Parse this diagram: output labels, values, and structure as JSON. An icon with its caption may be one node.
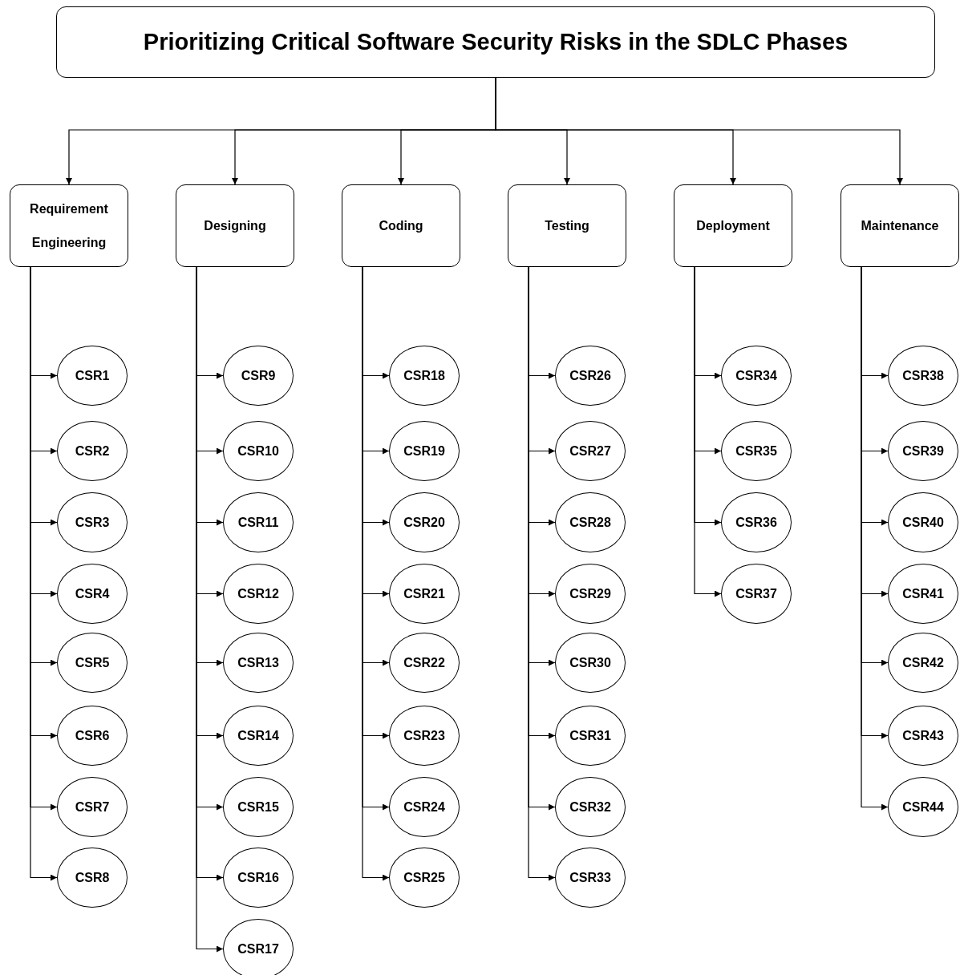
{
  "diagram": {
    "nodes": [
      {
        "text": [
          "Prioritizing Critical Software Security Risks in the SDLC Phases"
        ]
      },
      {
        "text": [
          "Requirement Engineering"
        ]
      },
      {
        "text": [
          "Designing"
        ]
      },
      {
        "text": [
          "Coding"
        ]
      },
      {
        "text": [
          "Testing"
        ]
      },
      {
        "text": [
          "Deployment"
        ]
      },
      {
        "text": [
          "Maintenance"
        ]
      },
      {
        "text": [
          "CSR1"
        ]
      },
      {
        "text": [
          "CSR2"
        ]
      },
      {
        "text": [
          "CSR3"
        ]
      },
      {
        "text": [
          "CSR4"
        ]
      },
      {
        "text": [
          "CSR5"
        ]
      },
      {
        "text": [
          "CSR6"
        ]
      },
      {
        "text": [
          "CSR7"
        ]
      },
      {
        "text": [
          "CSR8"
        ]
      },
      {
        "text": [
          "CSR9"
        ]
      },
      {
        "text": [
          "CSR10"
        ]
      },
      {
        "text": [
          "CSR11"
        ]
      },
      {
        "text": [
          "CSR12"
        ]
      },
      {
        "text": [
          "CSR13"
        ]
      },
      {
        "text": [
          "CSR14"
        ]
      },
      {
        "text": [
          "CSR15"
        ]
      },
      {
        "text": [
          "CSR16"
        ]
      },
      {
        "text": [
          "CSR17"
        ]
      },
      {
        "text": [
          "CSR18"
        ]
      },
      {
        "text": [
          "CSR19"
        ]
      },
      {
        "text": [
          "CSR20"
        ]
      },
      {
        "text": [
          "CSR21"
        ]
      },
      {
        "text": [
          "CSR22"
        ]
      },
      {
        "text": [
          "CSR23"
        ]
      },
      {
        "text": [
          "CSR24"
        ]
      },
      {
        "text": [
          "CSR25"
        ]
      },
      {
        "text": [
          "CSR26"
        ]
      },
      {
        "text": [
          "CSR27"
        ]
      },
      {
        "text": [
          "CSR28"
        ]
      },
      {
        "text": [
          "CSR29"
        ]
      },
      {
        "text": [
          "CSR30"
        ]
      },
      {
        "text": [
          "CSR31"
        ]
      },
      {
        "text": [
          "CSR32"
        ]
      },
      {
        "text": [
          "CSR33"
        ]
      },
      {
        "text": [
          "CSR34"
        ]
      },
      {
        "text": [
          "CSR35"
        ]
      },
      {
        "text": [
          "CSR36"
        ]
      },
      {
        "text": [
          "CSR37"
        ]
      },
      {
        "text": [
          "CSR38"
        ]
      },
      {
        "text": [
          "CSR39"
        ]
      },
      {
        "text": [
          "CSR40"
        ]
      },
      {
        "text": [
          "CSR41"
        ]
      },
      {
        "text": [
          "CSR42"
        ]
      },
      {
        "text": [
          "CSR43"
        ]
      },
      {
        "text": [
          "CSR44"
        ]
      }
    ],
    "edges": [
      {
        "from": 0,
        "to": 1,
        "arrow": "to"
      },
      {
        "from": 0,
        "to": 2,
        "arrow": "to"
      },
      {
        "from": 0,
        "to": 3,
        "arrow": "to"
      },
      {
        "from": 0,
        "to": 4,
        "arrow": "to"
      },
      {
        "from": 0,
        "to": 5,
        "arrow": "to"
      },
      {
        "from": 0,
        "to": 6,
        "arrow": "to"
      },
      {
        "from": 1,
        "to": 7,
        "arrow": "to"
      },
      {
        "from": 1,
        "to": 8,
        "arrow": "to"
      },
      {
        "from": 1,
        "to": 9,
        "arrow": "to"
      },
      {
        "from": 1,
        "to": 10,
        "arrow": "to"
      },
      {
        "from": 1,
        "to": 11,
        "arrow": "to"
      },
      {
        "from": 1,
        "to": 12,
        "arrow": "to"
      },
      {
        "from": 1,
        "to": 13,
        "arrow": "to"
      },
      {
        "from": 1,
        "to": 14,
        "arrow": "to"
      },
      {
        "from": 2,
        "to": 15,
        "arrow": "to"
      },
      {
        "from": 2,
        "to": 16,
        "arrow": "to"
      },
      {
        "from": 2,
        "to": 17,
        "arrow": "to"
      },
      {
        "from": 2,
        "to": 18,
        "arrow": "to"
      },
      {
        "from": 2,
        "to": 19,
        "arrow": "to"
      },
      {
        "from": 2,
        "to": 20,
        "arrow": "to"
      },
      {
        "from": 2,
        "to": 21,
        "arrow": "to"
      },
      {
        "from": 2,
        "to": 22,
        "arrow": "to"
      },
      {
        "from": 2,
        "to": 23,
        "arrow": "to"
      },
      {
        "from": 3,
        "to": 24,
        "arrow": "to"
      },
      {
        "from": 3,
        "to": 25,
        "arrow": "to"
      },
      {
        "from": 3,
        "to": 26,
        "arrow": "to"
      },
      {
        "from": 3,
        "to": 27,
        "arrow": "to"
      },
      {
        "from": 3,
        "to": 28,
        "arrow": "to"
      },
      {
        "from": 3,
        "to": 29,
        "arrow": "to"
      },
      {
        "from": 3,
        "to": 30,
        "arrow": "to"
      },
      {
        "from": 3,
        "to": 31,
        "arrow": "to"
      },
      {
        "from": 4,
        "to": 32,
        "arrow": "to"
      },
      {
        "from": 4,
        "to": 33,
        "arrow": "to"
      },
      {
        "from": 4,
        "to": 34,
        "arrow": "to"
      },
      {
        "from": 4,
        "to": 35,
        "arrow": "to"
      },
      {
        "from": 4,
        "to": 36,
        "arrow": "to"
      },
      {
        "from": 4,
        "to": 37,
        "arrow": "to"
      },
      {
        "from": 4,
        "to": 38,
        "arrow": "to"
      },
      {
        "from": 4,
        "to": 39,
        "arrow": "to"
      },
      {
        "from": 5,
        "to": 40,
        "arrow": "to"
      },
      {
        "from": 5,
        "to": 41,
        "arrow": "to"
      },
      {
        "from": 5,
        "to": 42,
        "arrow": "to"
      },
      {
        "from": 5,
        "to": 43,
        "arrow": "to"
      },
      {
        "from": 6,
        "to": 44,
        "arrow": "to"
      },
      {
        "from": 6,
        "to": 45,
        "arrow": "to"
      },
      {
        "from": 6,
        "to": 46,
        "arrow": "to"
      },
      {
        "from": 6,
        "to": 47,
        "arrow": "to"
      },
      {
        "from": 6,
        "to": 48,
        "arrow": "to"
      },
      {
        "from": 6,
        "to": 49,
        "arrow": "to"
      },
      {
        "from": 6,
        "to": 50,
        "arrow": "to"
      }
    ]
  }
}
